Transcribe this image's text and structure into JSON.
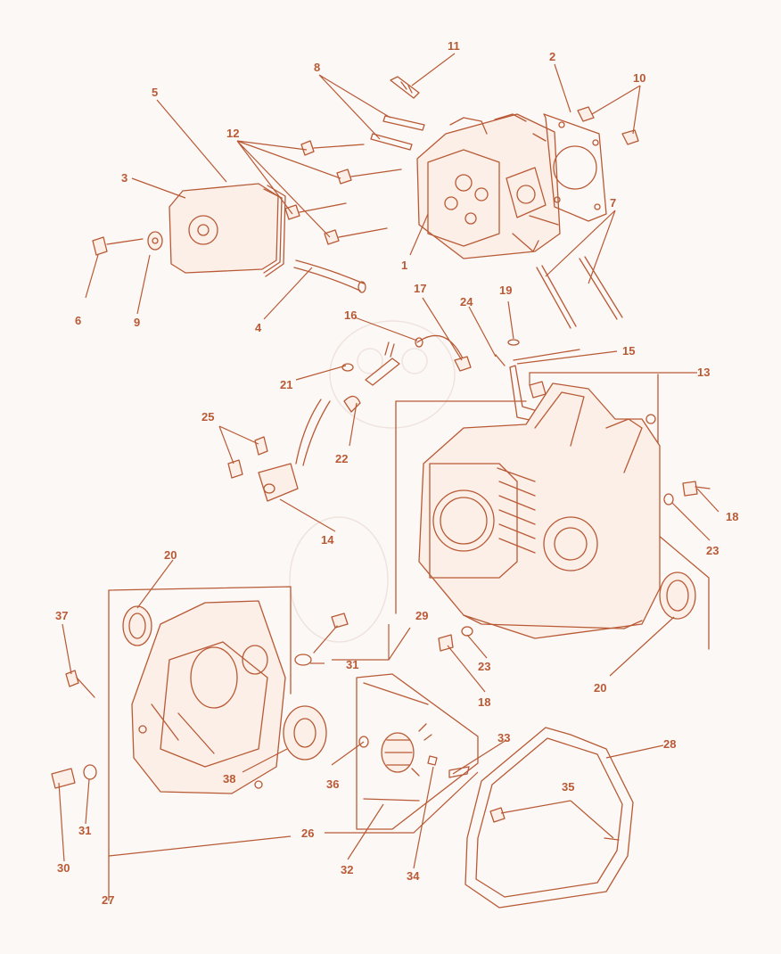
{
  "diagram": {
    "labels": {
      "l1": "1",
      "l2": "2",
      "l3": "3",
      "l4": "4",
      "l5": "5",
      "l6": "6",
      "l7": "7",
      "l8": "8",
      "l9": "9",
      "l10": "10",
      "l11": "11",
      "l12": "12",
      "l13": "13",
      "l14": "14",
      "l15": "15",
      "l16": "16",
      "l17": "17",
      "l18a": "18",
      "l18b": "18",
      "l19": "19",
      "l20a": "20",
      "l20b": "20",
      "l21": "21",
      "l22": "22",
      "l23a": "23",
      "l23b": "23",
      "l24": "24",
      "l25": "25",
      "l26": "26",
      "l27": "27",
      "l28": "28",
      "l29": "29",
      "l30": "30",
      "l31a": "31",
      "l31b": "31",
      "l32": "32",
      "l33": "33",
      "l34": "34",
      "l35": "35",
      "l36": "36",
      "l37": "37",
      "l38": "38"
    },
    "colors": {
      "ink": "#b85a35",
      "paper": "#fcf8f6"
    }
  }
}
